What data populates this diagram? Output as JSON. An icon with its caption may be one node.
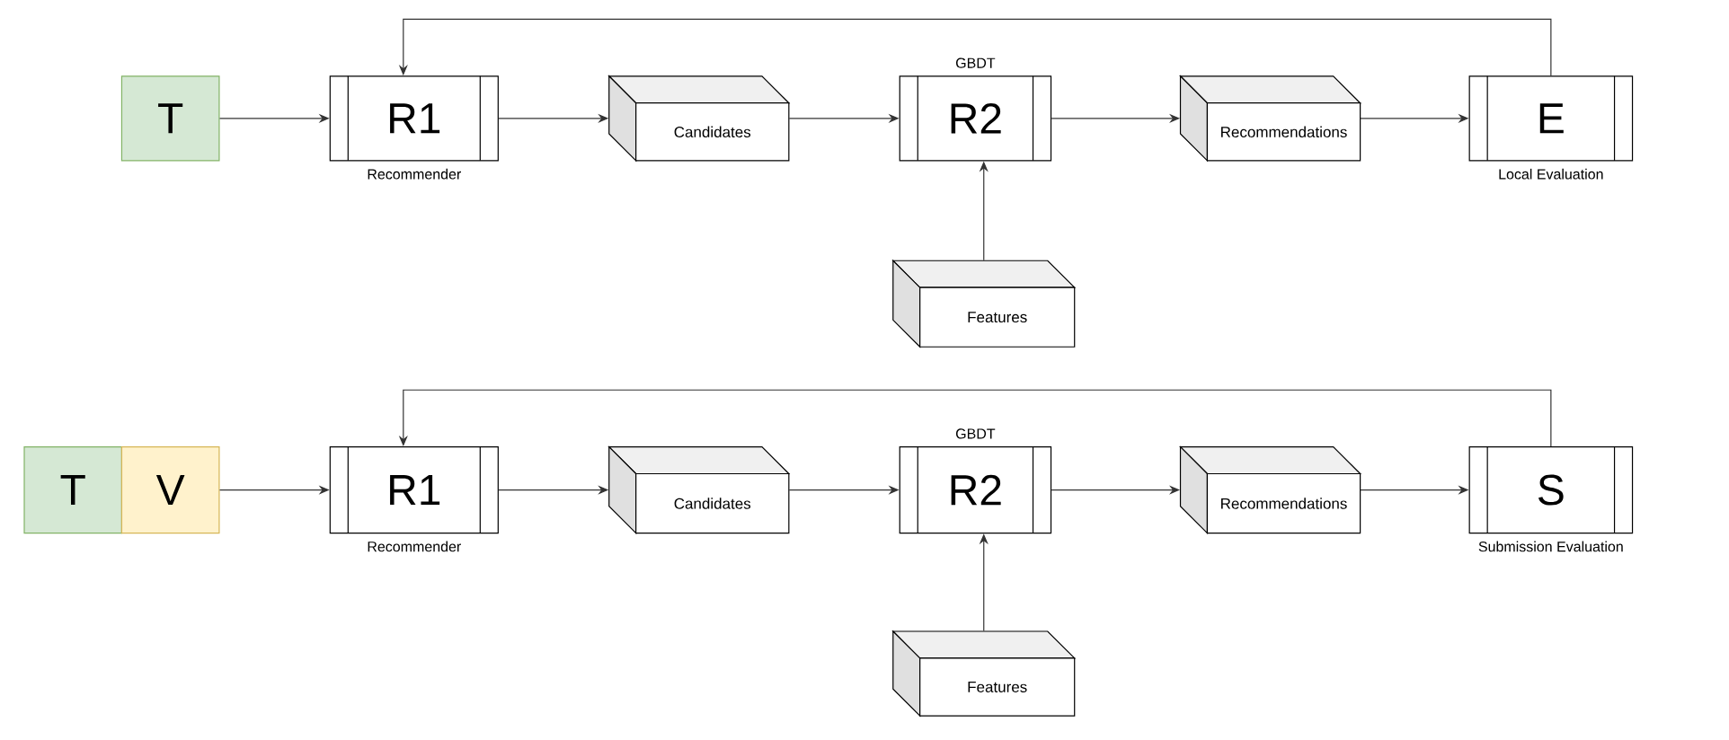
{
  "diagram": {
    "nodes": [
      {
        "text": [
          "T"
        ]
      },
      {
        "text": [
          "R1"
        ],
        "beside": [
          "Recommender"
        ]
      },
      {
        "text": [
          "Candidates"
        ]
      },
      {
        "text": [
          "R2"
        ],
        "beside": [
          "GBDT"
        ]
      },
      {
        "text": [
          "Recommendations"
        ]
      },
      {
        "text": [
          "E"
        ],
        "beside": [
          "Local Evaluation"
        ]
      },
      {
        "text": [
          "Features"
        ]
      },
      {
        "text": [
          "T"
        ]
      },
      {
        "text": [
          "V"
        ]
      },
      {
        "text": [
          "R1"
        ],
        "beside": [
          "Recommender"
        ]
      },
      {
        "text": [
          "Candidates"
        ]
      },
      {
        "text": [
          "R2"
        ],
        "beside": [
          "GBDT"
        ]
      },
      {
        "text": [
          "Recommendations"
        ]
      },
      {
        "text": [
          "S"
        ],
        "beside": [
          "Submission Evaluation"
        ]
      },
      {
        "text": [
          "Features"
        ]
      }
    ],
    "edges": [
      {
        "from": 0,
        "to": 1,
        "arrow": "to"
      },
      {
        "from": 1,
        "to": 2,
        "arrow": "to"
      },
      {
        "from": 2,
        "to": 3,
        "arrow": "to"
      },
      {
        "from": 3,
        "to": 4,
        "arrow": "to"
      },
      {
        "from": 4,
        "to": 5,
        "arrow": "to"
      },
      {
        "from": 5,
        "to": 1,
        "arrow": "to"
      },
      {
        "from": 6,
        "to": 3,
        "arrow": "to"
      },
      {
        "from": 8,
        "to": 9,
        "arrow": "to"
      },
      {
        "from": 9,
        "to": 10,
        "arrow": "to"
      },
      {
        "from": 10,
        "to": 11,
        "arrow": "to"
      },
      {
        "from": 11,
        "to": 12,
        "arrow": "to"
      },
      {
        "from": 12,
        "to": 13,
        "arrow": "to"
      },
      {
        "from": 13,
        "to": 9,
        "arrow": "to"
      },
      {
        "from": 14,
        "to": 11,
        "arrow": "to"
      }
    ]
  }
}
